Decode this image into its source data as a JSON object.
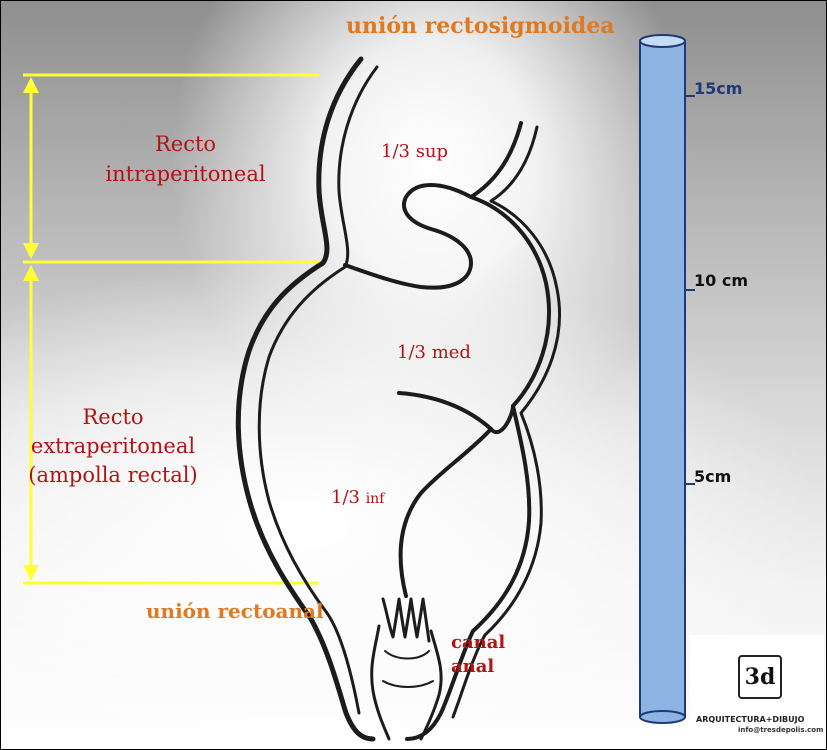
{
  "labels": {
    "top_junction": "unión rectosigmoidea",
    "recto_intra_line1": "Recto",
    "recto_intra_line2": "intraperitoneal",
    "recto_extra_line1": "Recto",
    "recto_extra_line2": "extraperitoneal",
    "recto_extra_line3": "(ampolla rectal)",
    "third_sup": "1/3 sup",
    "third_med": "1/3 med",
    "third_inf_num": "1/3",
    "third_inf_suffix": "inf",
    "anal_junction": "unión rectoanal",
    "canal_line1": "canal",
    "canal_line2": "anal"
  },
  "ruler": {
    "ticks": [
      "15cm",
      "10 cm",
      "5cm"
    ]
  },
  "logo": {
    "mark": "3d",
    "name": "ARQUITECTURA+DIBUJO",
    "email": "info@tresdepolis.com"
  },
  "colors": {
    "yellow": "#ffff33",
    "red_label": "#b01414",
    "orange_label": "#e07a22",
    "ruler_fill": "#8eb4e3",
    "ruler_stroke": "#1f3a78"
  }
}
